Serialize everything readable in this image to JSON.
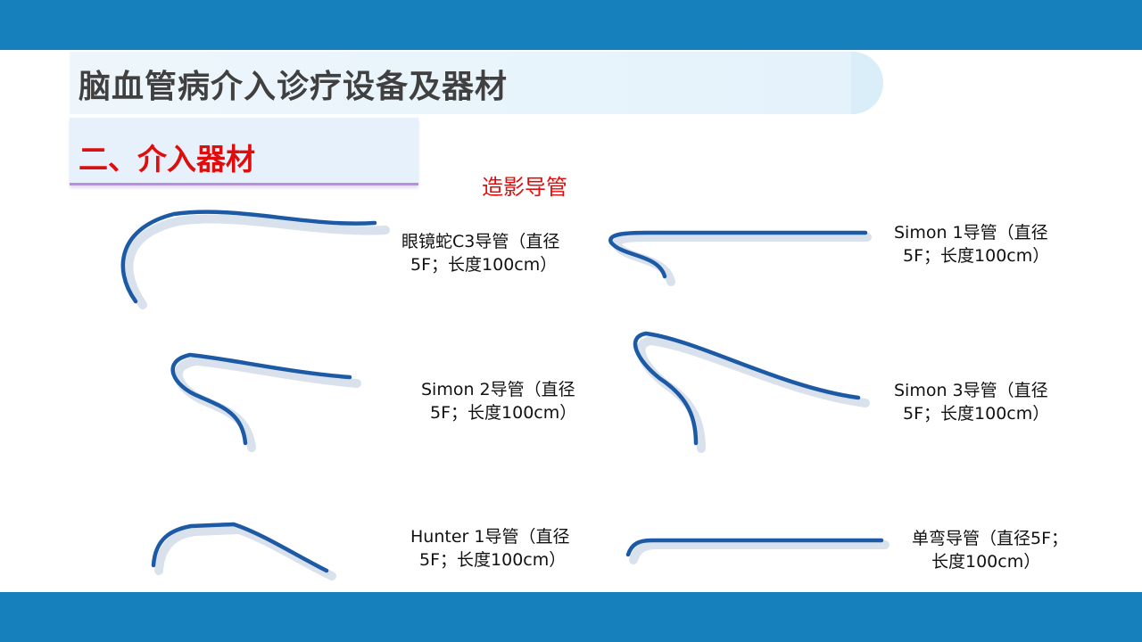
{
  "slide": {
    "title": "脑血管病介入诊疗设备及器材",
    "section": "二、介入器材",
    "subtitle": "造影导管"
  },
  "colors": {
    "bar": "#1580bb",
    "title_text": "#404040",
    "section_text": "#e00d0d",
    "catheter": "#1d5aa6"
  },
  "catheters": [
    {
      "name": "眼镜蛇C3导管",
      "line1": "眼镜蛇C3导管（直径",
      "line2": "5F；长度100cm）"
    },
    {
      "name": "Simon 1导管",
      "line1": "Simon 1导管（直径",
      "line2": "5F；长度100cm）"
    },
    {
      "name": "Simon 2导管",
      "line1": "Simon 2导管（直径",
      "line2": "5F；长度100cm）"
    },
    {
      "name": "Simon 3导管",
      "line1": "Simon 3导管（直径",
      "line2": "5F；长度100cm）"
    },
    {
      "name": "Hunter 1导管",
      "line1": "Hunter 1导管（直径",
      "line2": "5F；长度100cm）"
    },
    {
      "name": "单弯导管",
      "line1": "单弯导管（直径5F；",
      "line2": "长度100cm）"
    }
  ]
}
